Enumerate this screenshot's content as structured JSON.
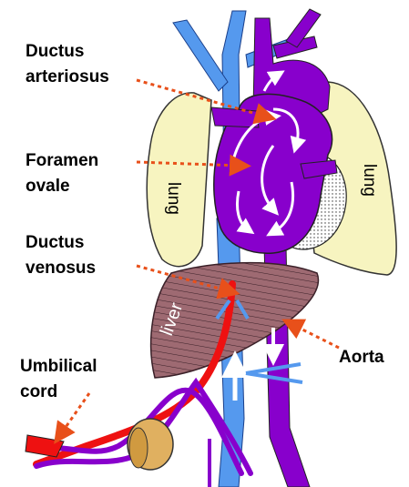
{
  "labels": {
    "ductus_arteriosus_1": "Ductus",
    "ductus_arteriosus_2": "arteriosus",
    "foramen_ovale_1": "Foramen",
    "foramen_ovale_2": "ovale",
    "ductus_venosus_1": "Ductus",
    "ductus_venosus_2": "venosus",
    "umbilical_cord_1": "Umbilical",
    "umbilical_cord_2": "cord",
    "aorta": "Aorta"
  },
  "organs": {
    "lung_left": "lung",
    "lung_right": "lung",
    "liver": "liver"
  },
  "colors": {
    "lung_fill": "#f7f4c0",
    "heart_purple": "#8800cc",
    "vein_blue": "#5599ee",
    "liver_fill": "#9e6a72",
    "umbilical_red": "#ee1111",
    "arrow_orange": "#e8501a",
    "clamp_tan": "#e0b060"
  }
}
